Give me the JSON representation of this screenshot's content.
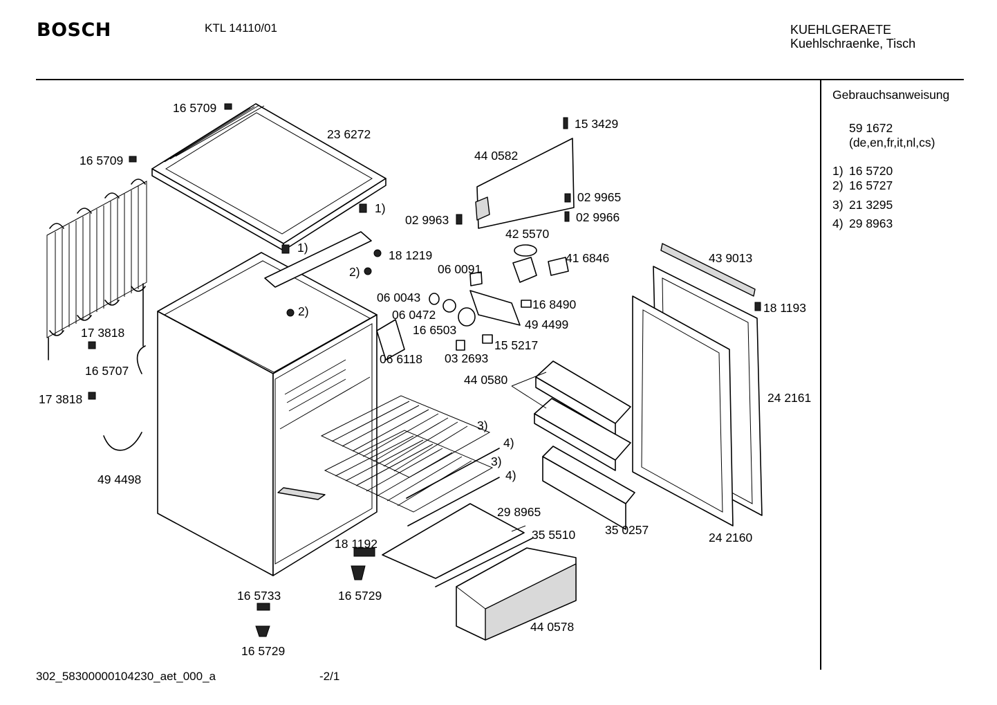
{
  "header": {
    "brand": "BOSCH",
    "model": "KTL 14110/01",
    "category_line1": "KUEHLGERAETE",
    "category_line2": "Kuehlschraenke, Tisch"
  },
  "sidebar": {
    "title": "Gebrauchsanweisung",
    "manual_number": "59 1672",
    "manual_languages": "(de,en,fr,it,nl,cs)",
    "footnotes": [
      {
        "key": "1)",
        "part": "16 5720"
      },
      {
        "key": "2)",
        "part": "16 5727"
      },
      {
        "key": "3)",
        "part": "21 3295"
      },
      {
        "key": "4)",
        "part": "29 8963"
      }
    ]
  },
  "footer": {
    "document_id": "302_58300000104230_aet_000_a",
    "page": "-2/1"
  },
  "labels": {
    "p165709a": "16 5709",
    "p236272": "23 6272",
    "p165709b": "16 5709",
    "fn1a": "1)",
    "fn1b": "1)",
    "p181219": "18 1219",
    "fn2a": "2)",
    "fn2b": "2)",
    "p153429": "15 3429",
    "p440582": "44 0582",
    "p029965": "02 9965",
    "p029963": "02 9963",
    "p029966": "02 9966",
    "p425570": "42 5570",
    "p060091": "06 0091",
    "p416846": "41 6846",
    "p439013": "43 9013",
    "p060043": "06 0043",
    "p168490": "16 8490",
    "p060472": "06 0472",
    "p181193": "18 1193",
    "p494499": "49 4499",
    "p166503": "16 6503",
    "p173818a": "17 3818",
    "p152217": "15 5217",
    "p066118": "06 6118",
    "p032693": "03 2693",
    "p165707": "16 5707",
    "p440580": "44 0580",
    "p173818b": "17 3818",
    "p242161": "24 2161",
    "fn3a": "3)",
    "fn4a": "4)",
    "fn3b": "3)",
    "fn4b": "4)",
    "p494498": "49 4498",
    "p298965": "29 8965",
    "p355510": "35 5510",
    "p350257": "35 0257",
    "p242160": "24 2160",
    "p181192": "18 1192",
    "p165733": "16 5733",
    "p165729a": "16 5729",
    "p440578": "44 0578",
    "p165729b": "16 5729"
  }
}
